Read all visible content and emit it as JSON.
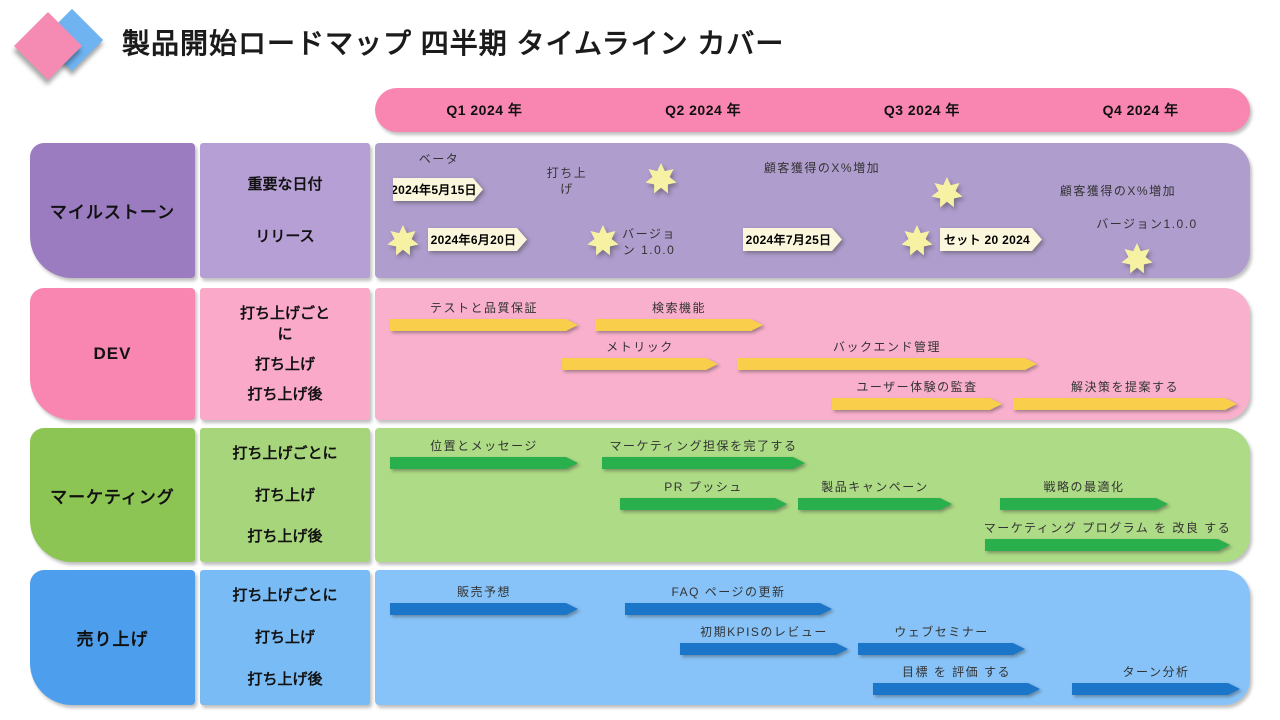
{
  "title": "製品開始ロードマップ 四半期 タイムライン カバー",
  "quarters": [
    "Q1 2024 年",
    "Q2 2024 年",
    "Q3 2024 年",
    "Q4 2024 年"
  ],
  "rows": [
    {
      "label": "マイルストーン",
      "sub_labels": [
        "重要な日付",
        "リリース"
      ],
      "notes": [
        "ベータ",
        "打ち上げ",
        "顧客獲得のX%増加",
        "バージョン 1.0.0",
        "顧客獲得のX%増加",
        "バージョン1.0.0"
      ],
      "banners": [
        "2024年5月15日",
        "2024年6月20日",
        "2024年7月25日",
        "セット 20 2024"
      ]
    },
    {
      "label": "DEV",
      "sub_labels": [
        "打ち上げごとに",
        "打ち上げ",
        "打ち上げ後"
      ],
      "tasks": [
        "テストと品質保証",
        "検索機能",
        "メトリック",
        "バックエンド管理",
        "ユーザー体験の監査",
        "解決策を提案する"
      ]
    },
    {
      "label": "マーケティング",
      "sub_labels": [
        "打ち上げごとに",
        "打ち上げ",
        "打ち上げ後"
      ],
      "tasks": [
        "位置とメッセージ",
        "マーケティング担保を完了する",
        "PR プッシュ",
        "製品キャンペーン",
        "戦略の最適化",
        "マーケティング プログラム を 改良 する"
      ]
    },
    {
      "label": "売り上げ",
      "sub_labels": [
        "打ち上げごとに",
        "打ち上げ",
        "打ち上げ後"
      ],
      "tasks": [
        "販売予想",
        "FAQ ページの更新",
        "初期KPISのレビュー",
        "ウェブセミナー",
        "目標 を 評価 する",
        "ターン分析"
      ]
    }
  ],
  "colors": {
    "header_pink": "#F986B1",
    "milestone_label": "#9B7CC0",
    "milestone_sub": "#B59FD4",
    "milestone_track": "#AF9DCE",
    "dev_label": "#F986B1",
    "dev_sub": "#FAA9C9",
    "dev_track": "#F9B0CC",
    "marketing_label": "#8CC553",
    "marketing_sub": "#A7D57B",
    "marketing_track": "#AEDB85",
    "sales_label": "#4D9EEC",
    "sales_sub": "#79BBF5",
    "sales_track": "#87C3F8",
    "bar_yellow": "#F9CE4B",
    "bar_green": "#29AF4B",
    "bar_blue": "#1B76C9",
    "banner_cream": "#FBF7DC",
    "star_yellow": "#F7F2A3",
    "logo_pink": "#F58BB2",
    "logo_blue": "#6FB3F0"
  },
  "chart_data": {
    "type": "gantt",
    "title": "製品開始ロードマップ 四半期 タイムライン カバー",
    "x_axis": {
      "unit": "quarter",
      "labels": [
        "Q1 2024 年",
        "Q2 2024 年",
        "Q3 2024 年",
        "Q4 2024 年"
      ],
      "range": [
        0,
        4
      ]
    },
    "lanes": [
      {
        "name": "マイルストーン",
        "milestone_markers_t": [
          0.13,
          1.04,
          1.3,
          2.48,
          2.61,
          3.48
        ],
        "date_banners": [
          {
            "text": "2024年5月15日",
            "t": 0.28
          },
          {
            "text": "2024年6月20日",
            "t": 0.46
          },
          {
            "text": "2024年7月25日",
            "t": 1.9
          },
          {
            "text": "セット 20 2024",
            "t": 2.81
          }
        ],
        "notes": [
          {
            "text": "ベータ",
            "t": 0.28
          },
          {
            "text": "打ち上げ",
            "t": 0.88
          },
          {
            "text": "顧客獲得のX%増加",
            "t": 2.06
          },
          {
            "text": "バージョン 1.0.0",
            "t": 1.26
          },
          {
            "text": "顧客獲得のX%増加",
            "t": 3.33
          },
          {
            "text": "バージョン1.0.0",
            "t": 3.45
          }
        ]
      },
      {
        "name": "DEV",
        "tasks": [
          {
            "name": "テストと品質保証",
            "start": 0.07,
            "end": 0.93
          },
          {
            "name": "検索機能",
            "start": 1.01,
            "end": 1.77
          },
          {
            "name": "メトリック",
            "start": 0.86,
            "end": 1.57
          },
          {
            "name": "バックエンド管理",
            "start": 1.66,
            "end": 3.03
          },
          {
            "name": "ユーザー体験の監査",
            "start": 2.09,
            "end": 2.87
          },
          {
            "name": "解決策を提案する",
            "start": 2.92,
            "end": 3.94
          }
        ]
      },
      {
        "name": "マーケティング",
        "tasks": [
          {
            "name": "位置とメッセージ",
            "start": 0.07,
            "end": 0.93
          },
          {
            "name": "マーケティング担保を完了する",
            "start": 1.04,
            "end": 1.97
          },
          {
            "name": "PR プッシュ",
            "start": 1.12,
            "end": 1.88
          },
          {
            "name": "製品キャンペーン",
            "start": 1.93,
            "end": 2.64
          },
          {
            "name": "戦略の最適化",
            "start": 2.86,
            "end": 3.63
          },
          {
            "name": "マーケティング プログラム を 改良 する",
            "start": 2.79,
            "end": 3.91
          }
        ]
      },
      {
        "name": "売り上げ",
        "tasks": [
          {
            "name": "販売予想",
            "start": 0.07,
            "end": 0.93
          },
          {
            "name": "FAQ ページの更新",
            "start": 1.14,
            "end": 2.09
          },
          {
            "name": "初期KPISのレビュー",
            "start": 1.39,
            "end": 2.16
          },
          {
            "name": "ウェブセミナー",
            "start": 2.21,
            "end": 2.97
          },
          {
            "name": "目標 を 評価 する",
            "start": 2.28,
            "end": 3.04
          },
          {
            "name": "ターン分析",
            "start": 3.19,
            "end": 3.95
          }
        ]
      }
    ]
  }
}
